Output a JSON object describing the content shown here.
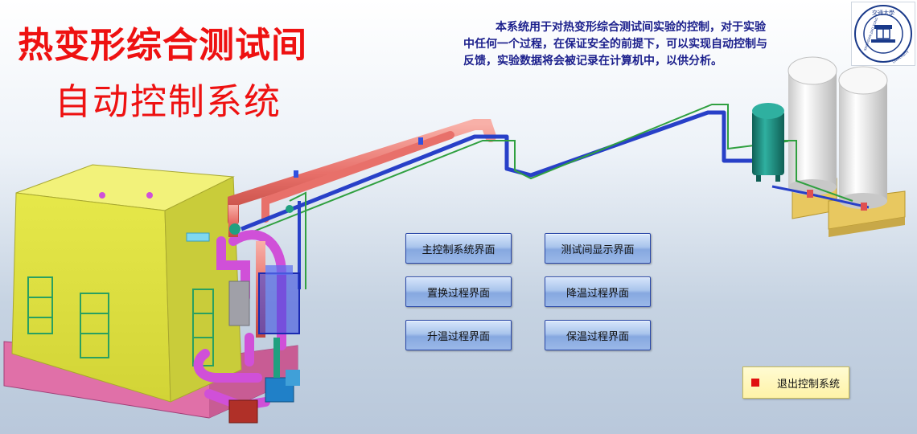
{
  "header": {
    "title_main": "热变形综合测试间",
    "title_sub": "自动控制系统"
  },
  "description": "本系统用于对热变形综合测试间实验的控制，对于实验中任何一个过程，在保证安全的前提下，可以实现自动控制与反馈，实验数据将会被记录在计算机中，以供分析。",
  "logo": {
    "name": "university-logo-icon",
    "seal_text": "交通大學",
    "ring_text_left": "SHANGHAI JIAO TONG",
    "ring_text_right": "UNIVERSITY"
  },
  "nav_buttons": {
    "main_control": "主控制系统界面",
    "test_room_display": "测试间显示界面",
    "replacement_process": "置换过程界面",
    "cooling_process": "降温过程界面",
    "heating_process": "升温过程界面",
    "holding_process": "保温过程界面"
  },
  "exit_button": {
    "label": "退出控制系统",
    "indicator_color": "#e01010"
  },
  "colors": {
    "title": "#ee1111",
    "description": "#1b1f8c",
    "button_border": "#2a48a8",
    "room_yellow": "#e8e84a",
    "room_base": "#e070a8",
    "pipe_red": "#e8706a",
    "pipe_magenta": "#d050d8",
    "pipe_blue": "#2840c8",
    "tank_white": "#f4f4f4",
    "tank_teal": "#1f8f7f"
  }
}
